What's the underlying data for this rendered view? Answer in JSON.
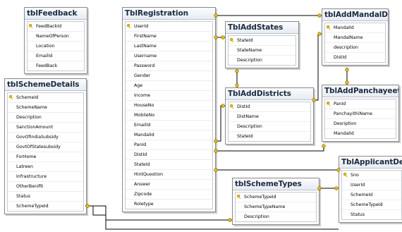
{
  "tables": [
    {
      "id": "tblFeedback",
      "title": "tblFeedback",
      "pk": "FeedBackId",
      "columns": [
        "FeedBackId",
        "NameOfPerson",
        "Location",
        "EmailId",
        "FeedBack"
      ]
    },
    {
      "id": "tblSchemeDetails",
      "title": "tblSchemeDetails",
      "pk": "SchemeId",
      "columns": [
        "SchemeId",
        "SchemeName",
        "Description",
        "SanctionAmount",
        "GovOfIndiaSubsidy",
        "GovtOfStatesubsidy",
        "ForHome",
        "Latreen",
        "Infrastructure",
        "OtherBenifit",
        "Status",
        "SchemeTypeId"
      ]
    },
    {
      "id": "TblRegistration",
      "title": "TblRegistration",
      "pk": "UserId",
      "columns": [
        "UserId",
        "FirstName",
        "LastName",
        "Username",
        "Password",
        "Gender",
        "Age",
        "Income",
        "HouseNo",
        "MobileNo",
        "EmailId",
        "MandalId",
        "PanId",
        "DistId",
        "StateId",
        "HintQuestion",
        "Answer",
        "Zipcode",
        "Roletype"
      ]
    },
    {
      "id": "TblAddStates",
      "title": "TblAddStates",
      "pk": "StateId",
      "columns": [
        "StateId",
        "StateName",
        "Description"
      ]
    },
    {
      "id": "TblAddDistricts",
      "title": "TblAddDistricts",
      "pk": "DistId",
      "columns": [
        "DistId",
        "DistName",
        "Description",
        "StateId"
      ]
    },
    {
      "id": "tblAddMandalDetails",
      "title": "tblAddMandalDeta",
      "pk": "MandalId",
      "columns": [
        "MandalId",
        "MandalName",
        "description",
        "DistId"
      ]
    },
    {
      "id": "TblAddPanchayeeties",
      "title": "TblAddPanchayeeties",
      "pk": "PanId",
      "columns": [
        "PanId",
        "PanchayithiName",
        "Desription",
        "MandalId"
      ]
    },
    {
      "id": "tblSchemeTypes",
      "title": "tblSchemeTypes",
      "pk": "SchemeTypeId",
      "columns": [
        "SchemeTypeId",
        "SchemeTypeName",
        "Description"
      ]
    },
    {
      "id": "TblApplicantDetails",
      "title": "TblApplicantDetai",
      "pk": "Sno",
      "columns": [
        "Sno",
        "UserId",
        "SchemeId",
        "SchemeTypeId",
        "Status"
      ]
    }
  ],
  "colors": {
    "key": "#e8c300",
    "link": "#000000",
    "endpoint": "#e8c300"
  }
}
